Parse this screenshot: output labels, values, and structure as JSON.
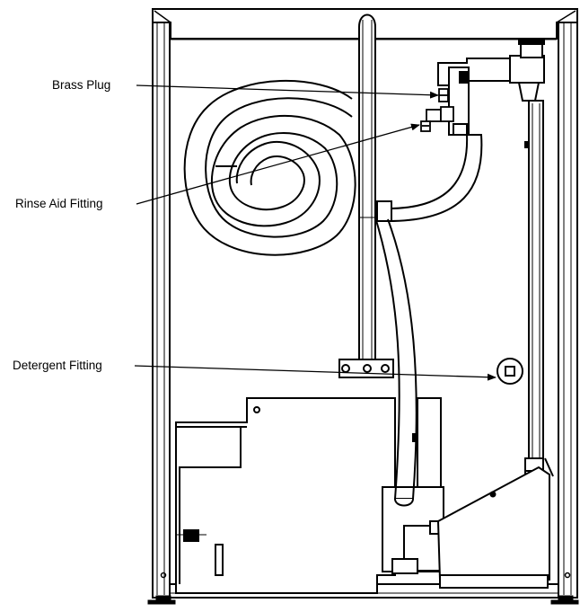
{
  "callouts": {
    "brass_plug": "Brass Plug",
    "rinse_aid_fitting": "Rinse Aid Fitting",
    "detergent_fitting": "Detergent Fitting"
  },
  "colors": {
    "line": "#000000",
    "background": "#ffffff",
    "panel_fill": "#ffffff"
  }
}
